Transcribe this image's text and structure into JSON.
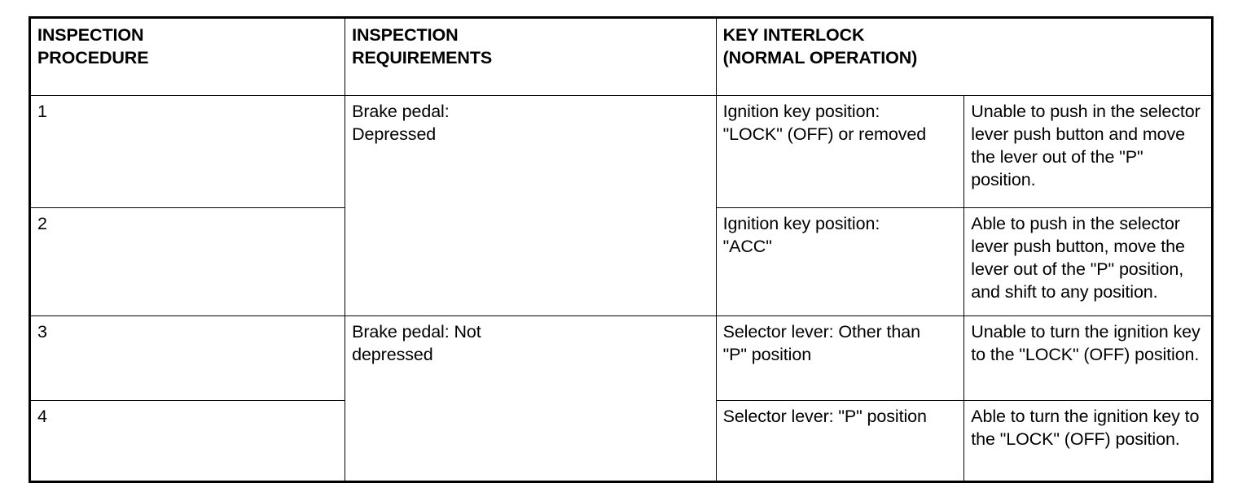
{
  "table": {
    "headers": {
      "inspection_procedure": "INSPECTION\nPROCEDURE",
      "inspection_procedure_line1": "INSPECTION",
      "inspection_procedure_line2": "PROCEDURE",
      "inspection_requirements_line1": "INSPECTION",
      "inspection_requirements_line2": "REQUIREMENTS",
      "key_interlock_line1": "KEY INTERLOCK",
      "key_interlock_line2": "(NORMAL OPERATION)"
    },
    "rows": [
      {
        "procedure": "1",
        "requirement_line1": "Brake pedal:",
        "requirement_line2": "Depressed",
        "key_line1": "Ignition key position:",
        "key_line2": "\"LOCK\" (OFF) or removed",
        "result": "Unable to push in the selector lever push button and move the lever out of the \"P\" position."
      },
      {
        "procedure": "2",
        "key_line1": "Ignition key position:",
        "key_line2": "\"ACC\"",
        "result": "Able to push in the selector lever push button, move the lever out of the \"P\" position, and shift to any position."
      },
      {
        "procedure": "3",
        "requirement_line1": "Brake pedal: Not",
        "requirement_line2": "depressed",
        "key_line1": "Selector lever: Other than",
        "key_line2": "\"P\" position",
        "result": "Unable to turn the ignition key to the \"LOCK\" (OFF) position."
      },
      {
        "procedure": "4",
        "key_line1": "Selector lever: \"P\" position",
        "key_line2": "",
        "result": "Able to turn the ignition key to the \"LOCK\" (OFF) position."
      }
    ]
  },
  "colors": {
    "border": "#000000",
    "text": "#000000",
    "background": "#ffffff"
  }
}
